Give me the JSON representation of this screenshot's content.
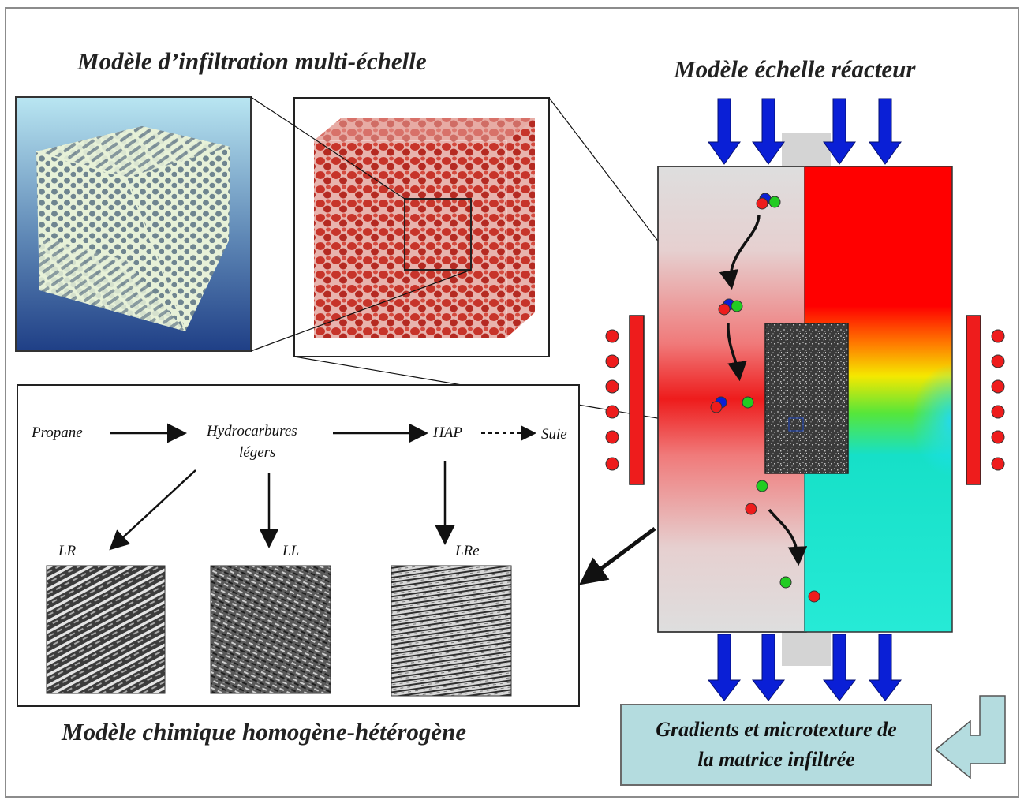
{
  "titles": {
    "multiscale": "Modèle d’infiltration multi-échelle",
    "reactor": "Modèle échelle réacteur",
    "chemistry": "Modèle chimique homogène-hétérogène"
  },
  "scheme": {
    "propane": "Propane",
    "light_hc_line1": "Hydrocarbures",
    "light_hc_line2": "légers",
    "hap": "HAP",
    "soot": "Suie"
  },
  "textures": {
    "lr": "LR",
    "ll": "LL",
    "lre": "LRe"
  },
  "result": {
    "line1": "Gradients et microtexture de",
    "line2": "la matrice infiltrée"
  },
  "colors": {
    "hot_zone": "#ee1c1c",
    "arrow_blue": "#0a1fd6",
    "result_box": "#b4dcdf",
    "fiber_cube": "#e6f0d6",
    "matrix_cube": "#c9392e"
  }
}
